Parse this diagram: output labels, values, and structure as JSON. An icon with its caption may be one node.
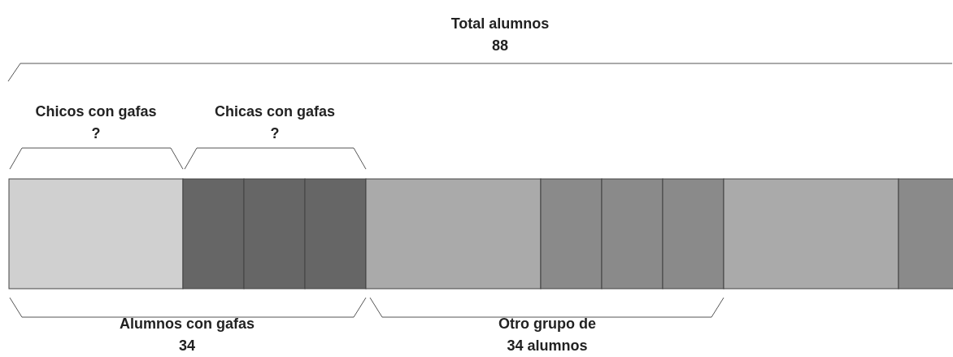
{
  "diagram": {
    "labels": [
      "Total alumnos 88",
      "Chicos con gafas ?",
      "Chicas con gafas ?",
      "Alumnos con gafas 34",
      "Otro grupo de 34 alumnos"
    ]
  }
}
